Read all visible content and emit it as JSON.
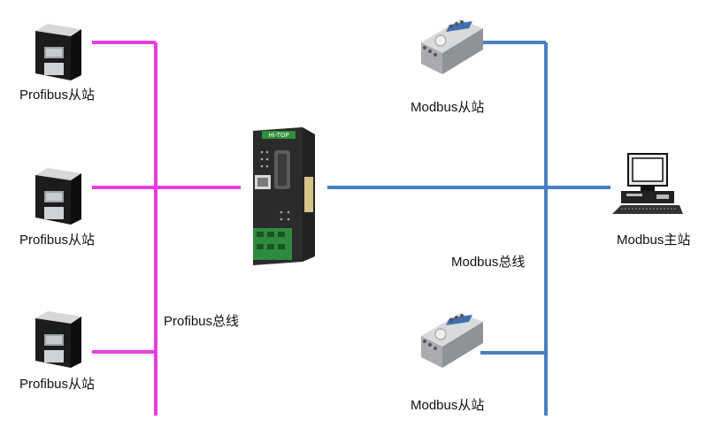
{
  "profibus": {
    "bus_label": "Profibus总线",
    "slaves": [
      {
        "label": "Profibus从站"
      },
      {
        "label": "Profibus从站"
      },
      {
        "label": "Profibus从站"
      }
    ]
  },
  "modbus": {
    "bus_label": "Modbus总线",
    "master_label": "Modbus主站",
    "slaves": [
      {
        "label": "Modbus从站"
      },
      {
        "label": "Modbus从站"
      }
    ]
  },
  "gateway": {
    "brand": "HI-TOP"
  },
  "colors": {
    "profibus_line": "#e83ee0",
    "modbus_line": "#4a7fc1"
  }
}
